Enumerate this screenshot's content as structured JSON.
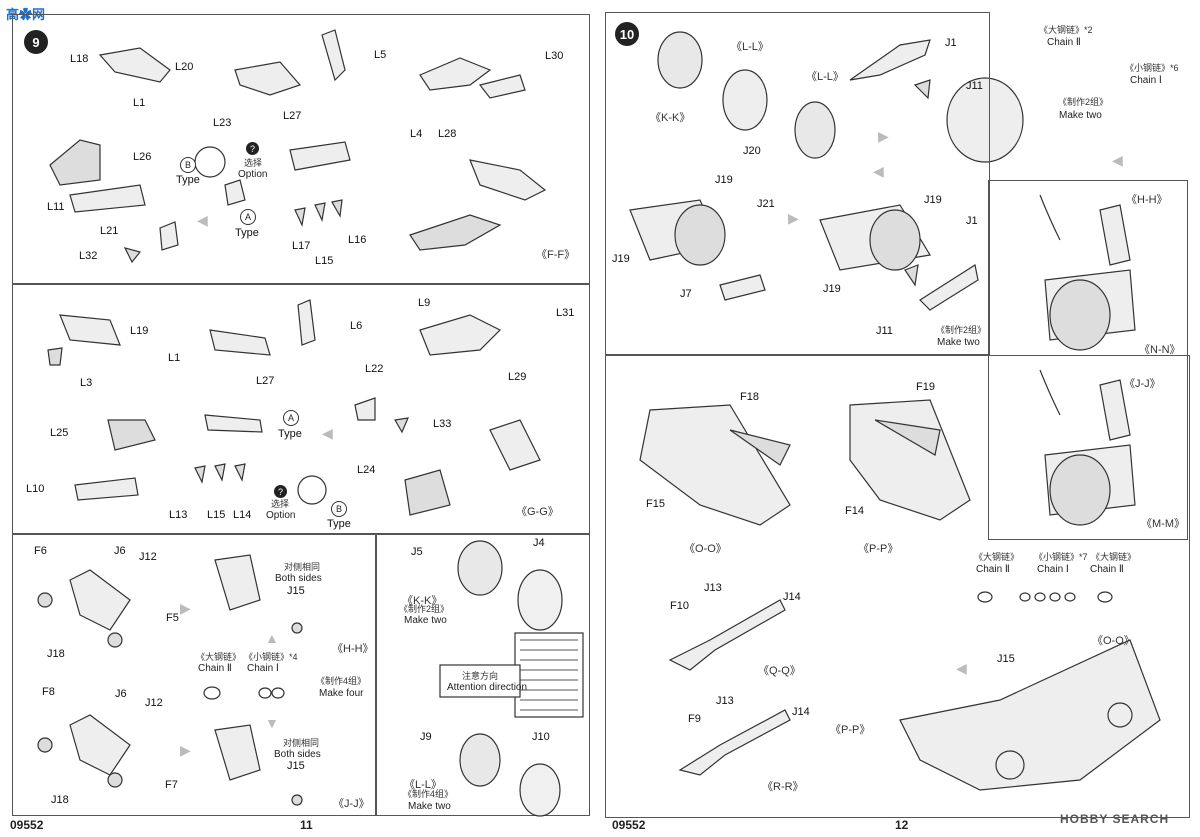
{
  "watermark": {
    "text": "高✿网",
    "right_text": "HOBBY SEARCH"
  },
  "left_page": {
    "step_number": "9",
    "footer_code": "09552",
    "page_number": "11",
    "panel_ff": {
      "section": "《F-F》",
      "parts": [
        "L18",
        "L20",
        "L1",
        "L5",
        "L30",
        "L27",
        "L4",
        "L28",
        "L26",
        "L23",
        "L11",
        "L21",
        "L32",
        "L17",
        "L15",
        "L16"
      ],
      "type_b": "Type",
      "type_b_letter": "B",
      "type_a": "Type",
      "type_a_letter": "A",
      "option_cn": "选择",
      "option_en": "Option"
    },
    "panel_gg": {
      "section": "《G-G》",
      "parts": [
        "L19",
        "L1",
        "L3",
        "L6",
        "L27",
        "L9",
        "L31",
        "L29",
        "L22",
        "L33",
        "L25",
        "L10",
        "L13",
        "L15",
        "L14",
        "L24"
      ],
      "type_a": "Type",
      "type_a_letter": "A",
      "type_b": "Type",
      "type_b_letter": "B",
      "option_cn": "选择",
      "option_en": "Option"
    },
    "panel_hh": {
      "section_hh": "《H-H》",
      "section_jj": "《J-J》",
      "parts_top": [
        "F6",
        "J6",
        "J12",
        "F5",
        "J18"
      ],
      "parts_bottom": [
        "F8",
        "J6",
        "J12",
        "F7",
        "J18"
      ],
      "both_sides_cn": "对侧相同",
      "both_sides_en": "Both sides",
      "j15": "J15",
      "chain2_cn": "《大钢链》",
      "chain2_en": "Chain Ⅱ",
      "chain1_cn": "《小钢链》*4",
      "chain1_en": "Chain Ⅰ",
      "make_four_cn": "《制作4组》",
      "make_four_en": "Make four",
      "both_sides_cn2": "对侧相同",
      "both_sides_en2": "Both sides",
      "j15b": "J15"
    },
    "panel_kk": {
      "kk": "《K-K》",
      "kk_make_cn": "《制作2组》",
      "kk_make_en": "Make two",
      "ll": "《L-L》",
      "ll_make_cn": "《制作4组》",
      "ll_make_en": "Make two",
      "parts": [
        "J5",
        "J4",
        "J9",
        "J10"
      ],
      "attention_cn": "注意方向",
      "attention_en": "Attention direction"
    }
  },
  "right_page": {
    "step_number": "10",
    "footer_code": "09552",
    "page_number": "12",
    "top": {
      "ll1": "《L-L》",
      "ll2": "《L-L》",
      "kk": "《K-K》",
      "j20": "J20",
      "j1": "J1",
      "j11": "J11",
      "chain2_cn": "《大钢链》*2",
      "chain2_en": "Chain Ⅱ",
      "chain1_cn": "《小钢链》*6",
      "chain1_en": "Chain Ⅰ",
      "make_two_cn": "《制作2组》",
      "make_two_en": "Make two",
      "j19a": "J19",
      "j21": "J21",
      "j19b": "J19",
      "j1b": "J1",
      "j19c": "J19",
      "j7": "J7",
      "j19d": "J19",
      "j11b": "J11",
      "make_two_cn2": "《制作2组》",
      "make_two_en2": "Make two"
    },
    "side": {
      "hh": "《H-H》",
      "nn": "《N-N》",
      "jj": "《J-J》",
      "mm": "《M-M》"
    },
    "bottom": {
      "f18": "F18",
      "f15": "F15",
      "oo": "《O-O》",
      "f19": "F19",
      "f14": "F14",
      "pp": "《P-P》",
      "j13": "J13",
      "j14": "J14",
      "f10": "F10",
      "qq": "《Q-Q》",
      "j13b": "J13",
      "j14b": "J14",
      "f9": "F9",
      "rr": "《R-R》",
      "chain2a_cn": "《大钢链》",
      "chain2a_en": "Chain Ⅱ",
      "chain1_cn": "《小钢链》*7",
      "chain1_en": "Chain Ⅰ",
      "chain2b_cn": "《大钢链》",
      "chain2b_en": "Chain Ⅱ",
      "j15": "J15",
      "oo2": "《O-O》",
      "pp2": "《P-P》"
    }
  },
  "colors": {
    "line": "#555555",
    "part": "#333333",
    "gray_arrow": "#bbbbbb"
  }
}
